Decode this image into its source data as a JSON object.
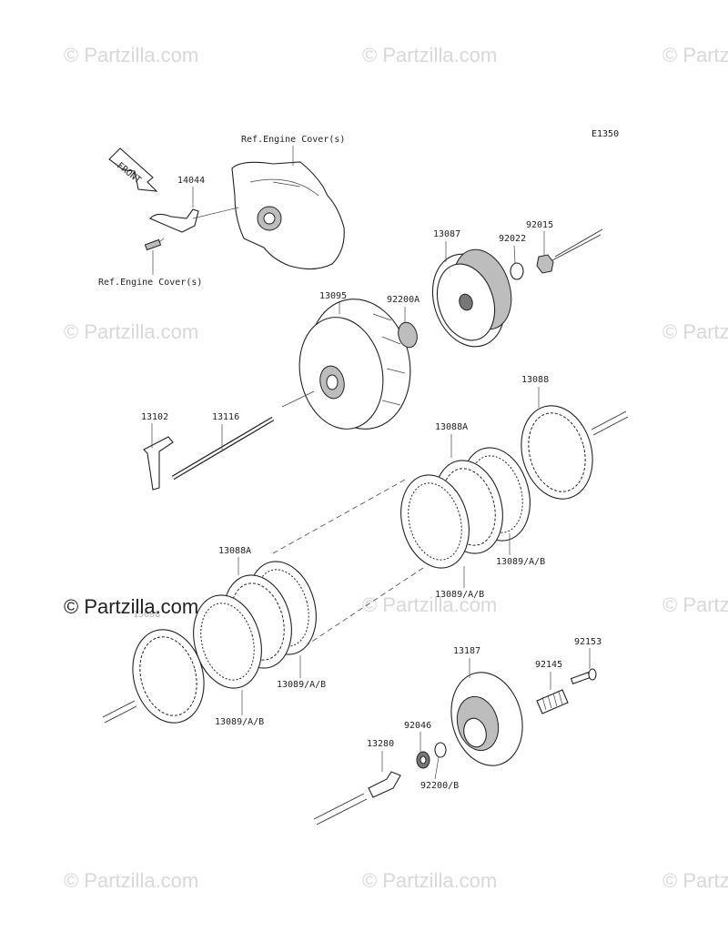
{
  "diagram_code": "E1350",
  "front_label": "FRONT",
  "watermark": "© Partzilla.com",
  "watermark_main": "© Partzilla.com",
  "ref_labels": [
    "Ref.Engine Cover(s)",
    "Ref.Engine Cover(s)"
  ],
  "parts": [
    {
      "id": "14044"
    },
    {
      "id": "13087"
    },
    {
      "id": "92022"
    },
    {
      "id": "92015"
    },
    {
      "id": "13095"
    },
    {
      "id": "92200A"
    },
    {
      "id": "13102"
    },
    {
      "id": "13116"
    },
    {
      "id": "13088"
    },
    {
      "id": "13088A"
    },
    {
      "id": "13089/A/B"
    },
    {
      "id": "13089/A/B"
    },
    {
      "id": "13088A"
    },
    {
      "id": "13088"
    },
    {
      "id": "13089/A/B"
    },
    {
      "id": "13089/A/B"
    },
    {
      "id": "13187"
    },
    {
      "id": "92153"
    },
    {
      "id": "92145"
    },
    {
      "id": "92046"
    },
    {
      "id": "13280"
    },
    {
      "id": "92200/B"
    }
  ]
}
